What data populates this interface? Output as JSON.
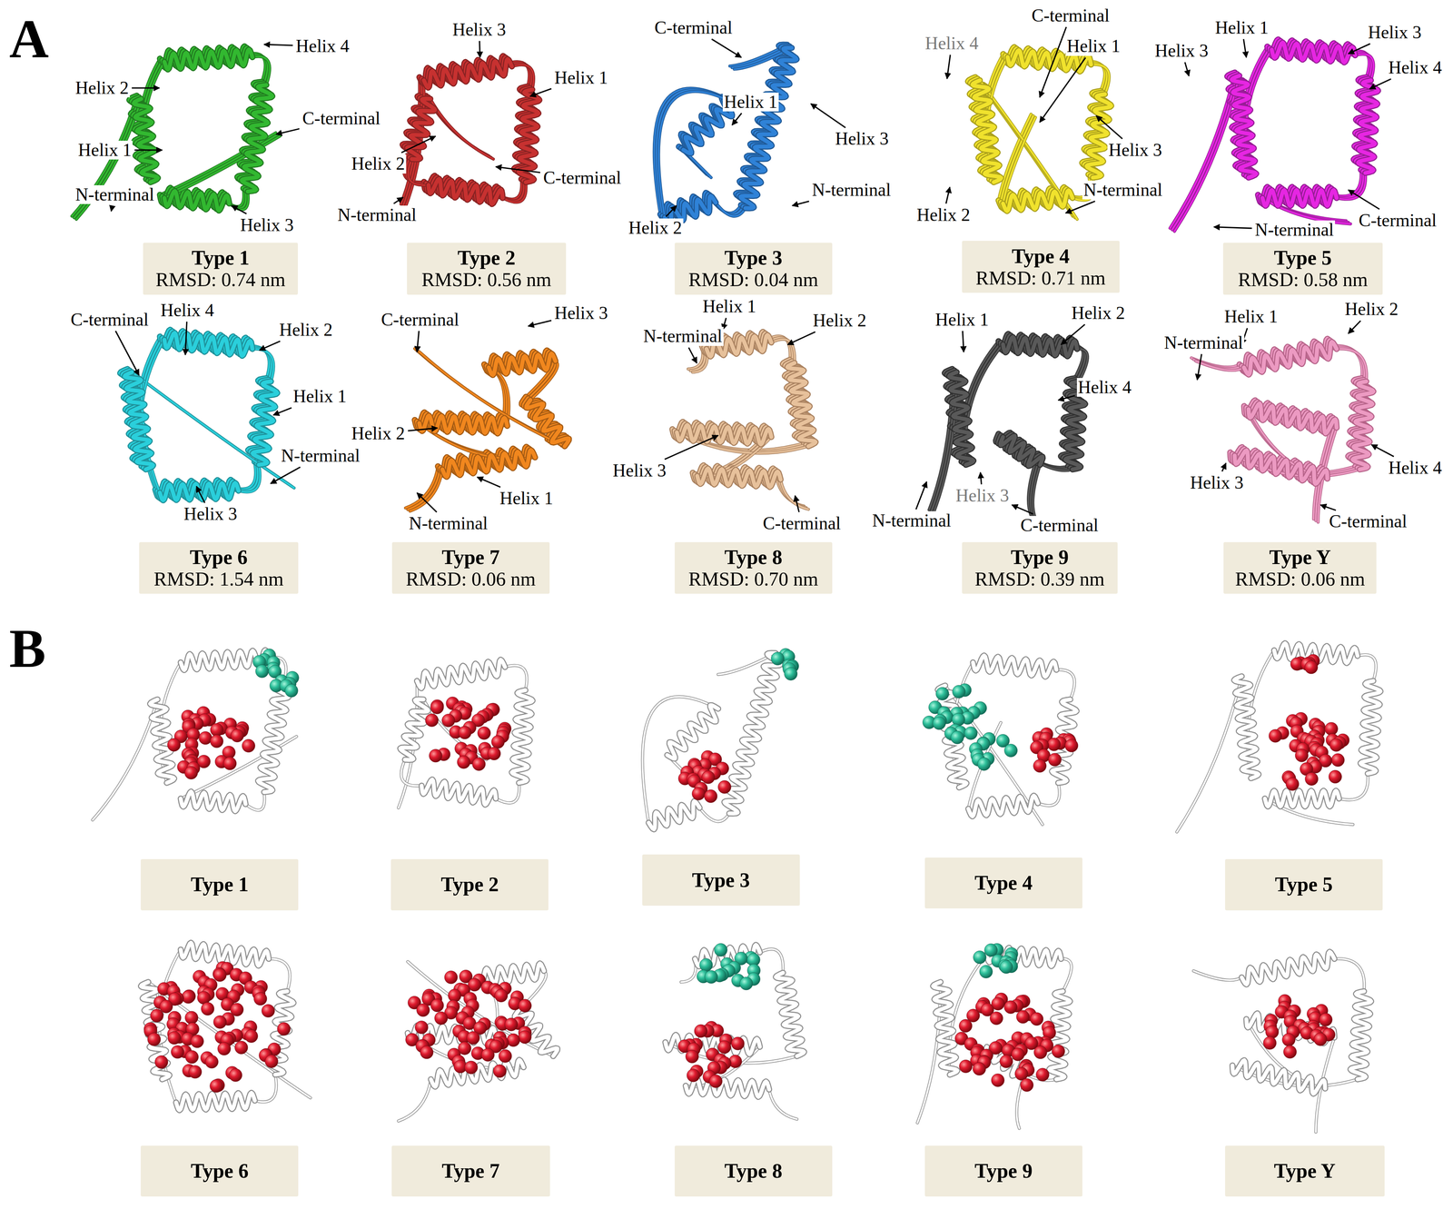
{
  "diagram": {
    "nodes": [
      {
        "text": [
          "Type 1",
          "RMSD: 0.74 nm"
        ]
      },
      {
        "text": [
          "Type 2",
          "RMSD: 0.56 nm"
        ]
      },
      {
        "text": [
          "Type 3",
          "RMSD: 0.04 nm"
        ]
      },
      {
        "text": [
          "Type 4",
          "RMSD: 0.71 nm"
        ]
      },
      {
        "text": [
          "Type 5",
          "RMSD: 0.58 nm"
        ]
      },
      {
        "text": [
          "Type 6",
          "RMSD: 1.54 nm"
        ]
      },
      {
        "text": [
          "Type 7",
          "RMSD: 0.06 nm"
        ]
      },
      {
        "text": [
          "Type 8",
          "RMSD: 0.70 nm"
        ]
      },
      {
        "text": [
          "Type 9",
          "RMSD: 0.39 nm"
        ]
      },
      {
        "text": [
          "Type Y",
          "RMSD: 0.06 nm"
        ]
      },
      {
        "text": [
          "Type 1"
        ]
      },
      {
        "text": [
          "Type 2"
        ]
      },
      {
        "text": [
          "Type 3"
        ]
      },
      {
        "text": [
          "Type 4"
        ]
      },
      {
        "text": [
          "Type 5"
        ]
      },
      {
        "text": [
          "Type 6"
        ]
      },
      {
        "text": [
          "Type 7"
        ]
      },
      {
        "text": [
          "Type 8"
        ]
      },
      {
        "text": [
          "Type 9"
        ]
      },
      {
        "text": [
          "Type Y"
        ]
      }
    ],
    "labels": [
      "A",
      "Helix 4",
      "Helix 2",
      "C-terminal",
      "Helix 1",
      "N-terminal",
      "Helix 3",
      "Helix 3",
      "Helix 1",
      "Helix 2",
      "C-terminal",
      "N-terminal",
      "C-terminal",
      "Helix 1",
      "Helix 3",
      "N-terminal",
      "Helix 2",
      "C-terminal",
      "Helix 4",
      "Helix 1",
      "Helix 3",
      "N-terminal",
      "Helix 2",
      "Helix 1",
      "Helix 3",
      "Helix 3",
      "Helix 4",
      "N-terminal",
      "C-terminal",
      "C-terminal",
      "Helix 4",
      "Helix 2",
      "Helix 1",
      "N-terminal",
      "Helix 3",
      "C-terminal",
      "Helix 3",
      "Helix 2",
      "Helix 1",
      "N-terminal",
      "Helix 1",
      "N-terminal",
      "Helix 2",
      "Helix 3",
      "C-terminal",
      "Helix 1",
      "Helix 2",
      "Helix 4",
      "Helix 3",
      "N-terminal",
      "C-terminal",
      "N-terminal",
      "Helix 1",
      "Helix 2",
      "Helix 4",
      "Helix 3",
      "C-terminal",
      "B"
    ]
  }
}
